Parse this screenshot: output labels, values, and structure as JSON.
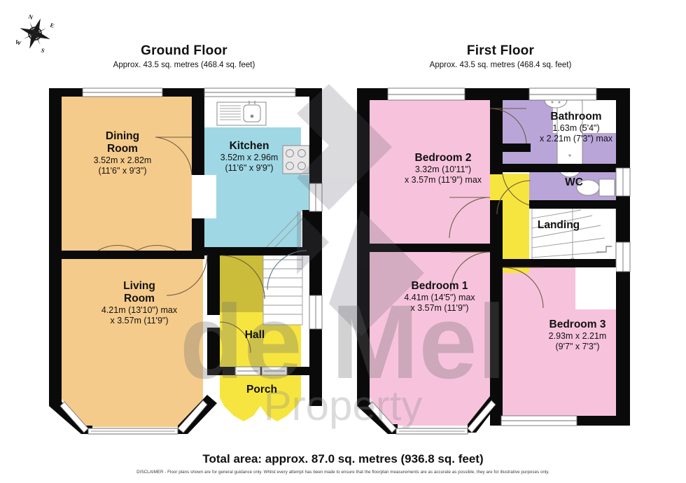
{
  "page": {
    "total_area": "Total area: approx. 87.0 sq. metres (936.8 sq. feet)",
    "disclaimer": "DISCLAIMER -  Floor plans shown are for general guidance only. Whilst every attempt has been made to ensure that the floorplan measurements are as accurate as possible, they are for illustrative purposes only.",
    "watermark_line1": "de Mel",
    "watermark_line2": "Property"
  },
  "compass": {
    "north": "N",
    "east": "E",
    "south": "S",
    "west": "W"
  },
  "floors": [
    {
      "id": "ground",
      "title": "Ground Floor",
      "area": "Approx. 43.5 sq. metres (468.4 sq. feet)"
    },
    {
      "id": "first",
      "title": "First Floor",
      "area": "Approx. 43.5 sq. metres (468.4 sq. feet)"
    }
  ],
  "rooms": {
    "dining": {
      "name_line1": "Dining",
      "name_line2": "Room",
      "dims_line1": "3.52m x 2.82m",
      "dims_line2": "(11'6\" x 9'3\")",
      "color": "#f5cb8b"
    },
    "kitchen": {
      "name_line1": "Kitchen",
      "dims_line1": "3.52m x 2.96m",
      "dims_line2": "(11'6\" x 9'9\")",
      "color": "#9fd8e4"
    },
    "living": {
      "name_line1": "Living",
      "name_line2": "Room",
      "dims_line1": "4.21m (13'10\") max",
      "dims_line2": "x 3.57m (11'9\")",
      "color": "#f5cb8b"
    },
    "hall": {
      "name_line1": "Hall",
      "color": "#f7e53f"
    },
    "porch": {
      "name_line1": "Porch",
      "color": "#f7e53f"
    },
    "bedroom2": {
      "name_line1": "Bedroom 2",
      "dims_line1": "3.32m (10'11\")",
      "dims_line2": "x 3.57m (11'9\") max",
      "color": "#f7c3dc"
    },
    "bedroom1": {
      "name_line1": "Bedroom 1",
      "dims_line1": "4.41m (14'5\") max",
      "dims_line2": "x 3.57m (11'9\")",
      "color": "#f7c3dc"
    },
    "bedroom3": {
      "name_line1": "Bedroom 3",
      "dims_line1": "2.93m x 2.21m",
      "dims_line2": "(9'7\" x 7'3\")",
      "color": "#f7c3dc"
    },
    "bathroom": {
      "name_line1": "Bathroom",
      "dims_line1": "1.63m (5'4\")",
      "dims_line2": "x 2.21m (7'3\") max",
      "color": "#b9a5d8"
    },
    "wc": {
      "name_line1": "WC",
      "color": "#b9a5d8"
    },
    "landing": {
      "name_line1": "Landing",
      "color": "#f7e53f"
    }
  }
}
